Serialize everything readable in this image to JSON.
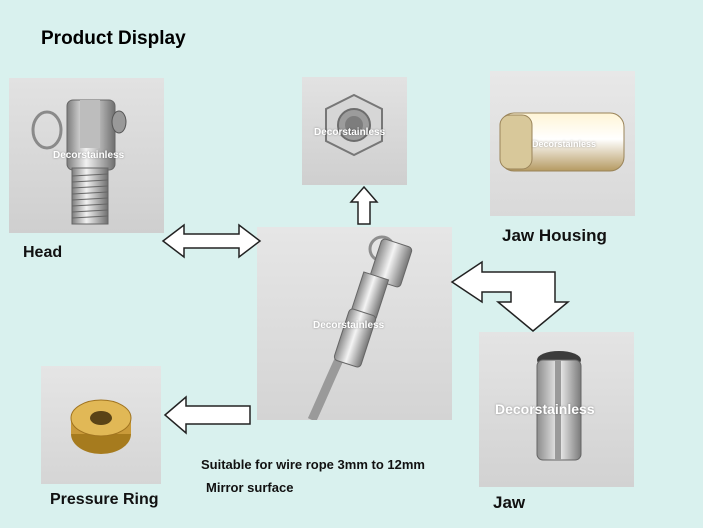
{
  "page": {
    "title": "Product Display",
    "watermark": "Decorstainless",
    "notes": {
      "wire_rope": "Suitable for wire rope 3mm to 12mm",
      "surface": "Mirror surface"
    }
  },
  "parts": [
    {
      "id": "head",
      "label": "Head"
    },
    {
      "id": "jaw-housing",
      "label": "Jaw Housing"
    },
    {
      "id": "jaw",
      "label": "Jaw"
    },
    {
      "id": "pressure-ring",
      "label": "Pressure Ring"
    }
  ],
  "colors": {
    "background": "#d9f1ee",
    "arrow_fill": "#ffffff",
    "arrow_stroke": "#222222",
    "brass": "#c99a3a"
  }
}
